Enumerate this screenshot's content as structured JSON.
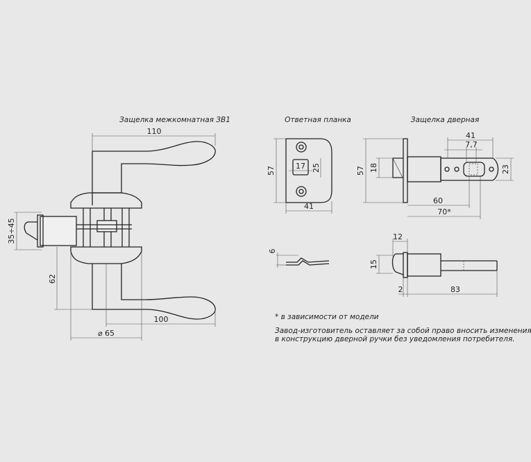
{
  "titles": {
    "latch_interior": "Защелка межкомнатная ЗВ1",
    "strike_plate": "Ответная планка",
    "door_latch": "Защелка дверная"
  },
  "dims": {
    "d110": "110",
    "d35_45": "35÷45",
    "d62": "62",
    "d100": "100",
    "d65": "⌀ 65",
    "d57a": "57",
    "d17": "17",
    "d25": "25",
    "d41a": "41",
    "d6": "6",
    "d57b": "57",
    "d18": "18",
    "d41b": "41",
    "d7_7": "7,7",
    "d23": "23",
    "d60": "60",
    "d70": "70*",
    "d12": "12",
    "d15": "15",
    "d2": "2",
    "d83": "83"
  },
  "notes": {
    "footnote": "* в зависимости от модели",
    "line1": "Завод-изготовитель оставляет за собой право вносить изменения",
    "line2": "в конструкцию дверной ручки без уведомления потребителя."
  }
}
